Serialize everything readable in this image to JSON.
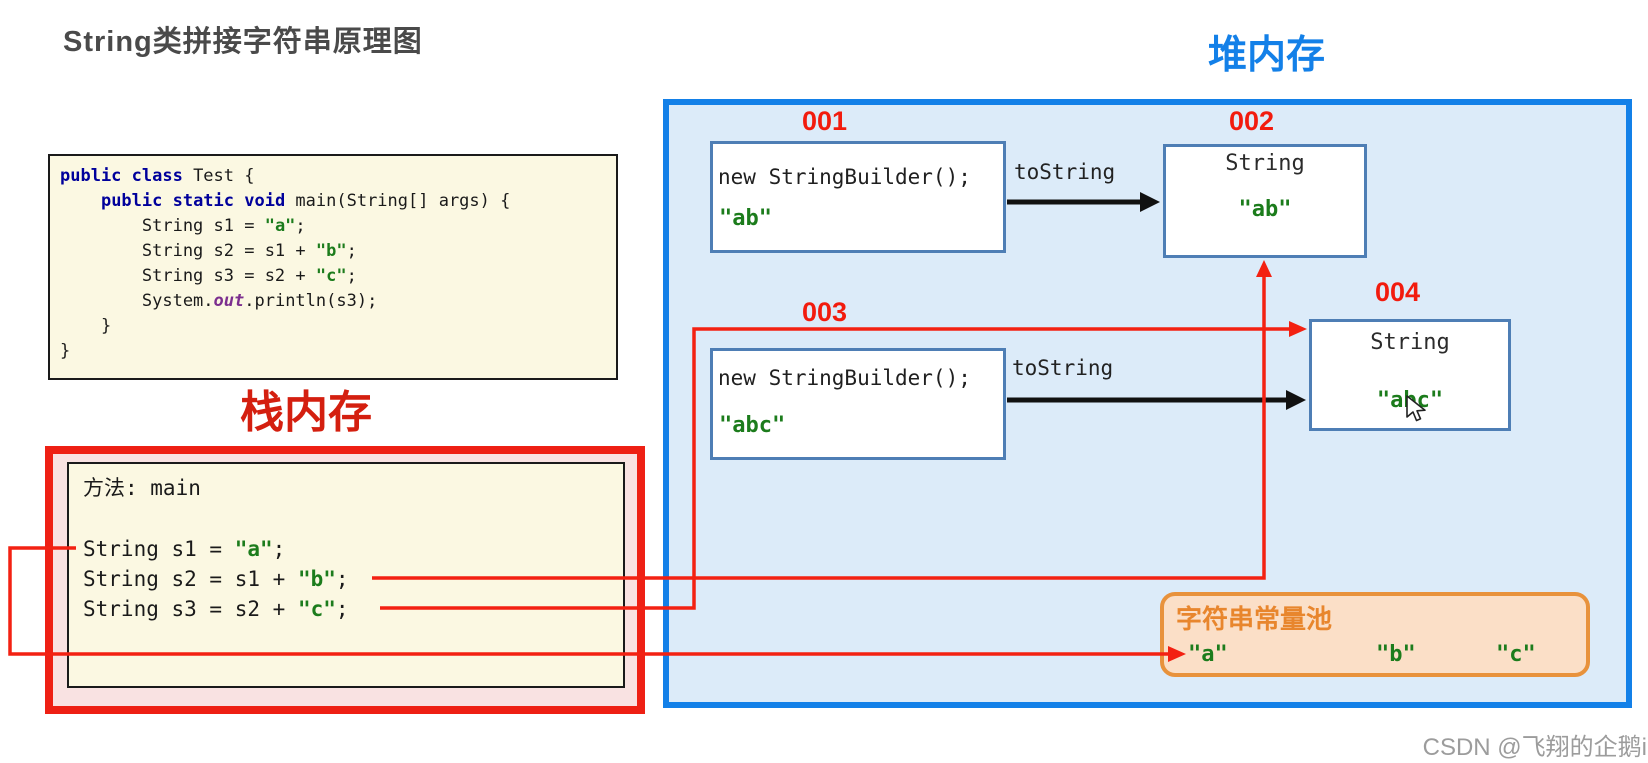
{
  "title": "String类拼接字符串原理图",
  "watermark": "CSDN @飞翔的企鹅i",
  "colors": {
    "heap_border_blue": "#1380e8",
    "stack_border_red": "#ee2014",
    "reference_line_red": "#f32112",
    "label_red": "#f21b0e",
    "string_green": "#1c7c1c",
    "keyword_navy": "#00009b",
    "out_purple": "#7c2f8f",
    "pool_orange": "#e8862d",
    "code_bg_yellow": "#fbf8e2",
    "heap_bg_blue": "#dcebf9",
    "pool_bg_peach": "#fbdfc7"
  },
  "code_box": {
    "lines": [
      [
        [
          "public class ",
          "kw"
        ],
        [
          "Test {",
          "pl"
        ]
      ],
      [
        [
          "    ",
          "pl"
        ],
        [
          "public static void ",
          "kw"
        ],
        [
          "main(String[] args) {",
          "pl"
        ]
      ],
      [
        [
          "        String s1 = ",
          "pl"
        ],
        [
          "\"a\"",
          "str"
        ],
        [
          ";",
          "pl"
        ]
      ],
      [
        [
          "        String s2 = s1 + ",
          "pl"
        ],
        [
          "\"b\"",
          "str"
        ],
        [
          ";",
          "pl"
        ]
      ],
      [
        [
          "        String s3 = s2 + ",
          "pl"
        ],
        [
          "\"c\"",
          "str"
        ],
        [
          ";",
          "pl"
        ]
      ],
      [
        [
          "        System.",
          "pl"
        ],
        [
          "out",
          "out"
        ],
        [
          ".println(s3);",
          "pl"
        ]
      ],
      [
        [
          "    }",
          "pl"
        ]
      ],
      [
        [
          "}",
          "pl"
        ]
      ]
    ]
  },
  "stack": {
    "label": "栈内存",
    "frame_title": "方法: main",
    "lines": [
      [
        [
          "String s1 = ",
          "pl"
        ],
        [
          "\"a\"",
          "str"
        ],
        [
          ";",
          "pl"
        ]
      ],
      [
        [
          "String s2 = s1 + ",
          "pl"
        ],
        [
          "\"b\"",
          "str"
        ],
        [
          ";",
          "pl"
        ]
      ],
      [
        [
          "String s3 = s2 + ",
          "pl"
        ],
        [
          "\"c\"",
          "str"
        ],
        [
          ";",
          "pl"
        ]
      ]
    ]
  },
  "heap": {
    "label": "堆内存",
    "tostring_label_1": "toString",
    "tostring_label_2": "toString",
    "objects": {
      "obj001": {
        "id": "001",
        "line1": "new StringBuilder();",
        "value": "\"ab\""
      },
      "obj002": {
        "id": "002",
        "type": "String",
        "value": "\"ab\""
      },
      "obj003": {
        "id": "003",
        "line1": "new StringBuilder();",
        "value": "\"abc\""
      },
      "obj004": {
        "id": "004",
        "type": "String",
        "value": "\"abc\""
      }
    }
  },
  "constant_pool": {
    "title": "字符串常量池",
    "values": [
      "\"a\"",
      "\"b\"",
      "\"c\""
    ]
  }
}
